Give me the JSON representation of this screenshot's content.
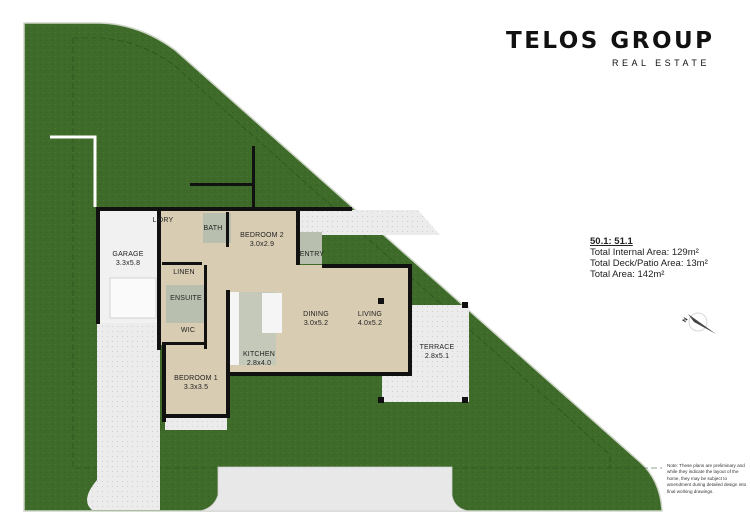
{
  "brand": {
    "name": "TELOS GROUP",
    "tagline": "REAL ESTATE"
  },
  "areas": {
    "reference": "50.1: 51.1",
    "lines": [
      "Total Internal Area: 129m²",
      "Total Deck/Patio Area:  13m²",
      "Total Area: 142m²"
    ]
  },
  "rooms": {
    "garage": {
      "name": "GARAGE",
      "size": "3.3x5.8"
    },
    "laundry": {
      "name": "L'DRY"
    },
    "bath": {
      "name": "BATH"
    },
    "bedroom2": {
      "name": "BEDROOM 2",
      "size": "3.0x2.9"
    },
    "entry": {
      "name": "ENTRY"
    },
    "linen": {
      "name": "LINEN"
    },
    "ensuite": {
      "name": "ENSUITE"
    },
    "wic": {
      "name": "WIC"
    },
    "bedroom1": {
      "name": "BEDROOM 1",
      "size": "3.3x3.5"
    },
    "kitchen": {
      "name": "KITCHEN",
      "size": "2.8x4.0"
    },
    "dining": {
      "name": "DINING",
      "size": "3.0x5.2"
    },
    "living": {
      "name": "LIVING",
      "size": "4.0x5.2"
    },
    "terrace": {
      "name": "TERRACE",
      "size": "2.8x5.1"
    }
  },
  "note": "Note: These plans are preliminary and while they indicate the layout of the home, they may be subject to amendment during detailed design into final working drawings.",
  "colors": {
    "lawn": "#3f6b2a",
    "floor": "#d8ccb2",
    "wall": "#111111",
    "paving": "#e9e9e9",
    "tile": "#b9bfae"
  },
  "compass": {
    "label": "N"
  }
}
